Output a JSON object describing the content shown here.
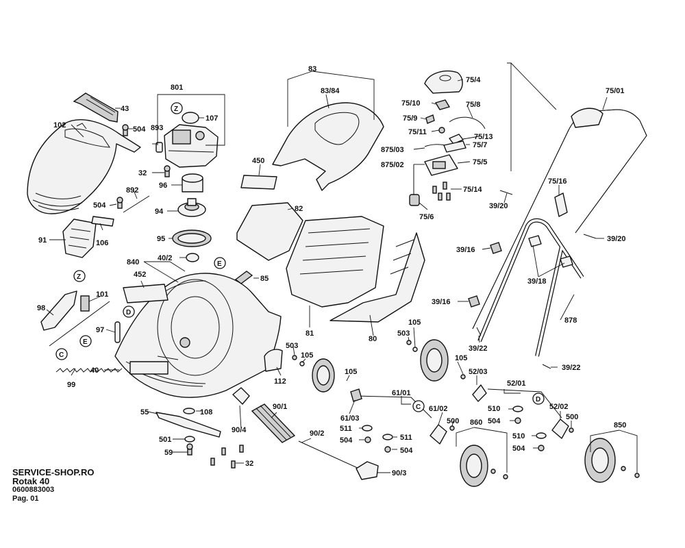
{
  "footer": {
    "shop": "SERVICE-SHOP.RO",
    "model": "Rotak 40",
    "part_number": "0600883003",
    "page": "Pag. 01"
  },
  "callouts": {
    "grass_flap": "43",
    "front_cover": "102",
    "cover_screw": "504",
    "cover_screw_2": "504",
    "cover_rod": "892",
    "height_adjuster": "91",
    "slide": "106",
    "lever_98": "98",
    "lever_101": "101",
    "clip_97": "97",
    "spring_99": "99",
    "housing_40": "40",
    "blade_55": "55",
    "washer_108": "108",
    "screw_501": "501",
    "screw_59": "59",
    "screws_32": "32",
    "motor_assembly": "801",
    "cap_107": "107",
    "brush_893": "893",
    "screw_32": "32",
    "fan_96": "96",
    "pulley_94": "94",
    "belt_95": "95",
    "bearing_40_2": "40/2",
    "housing_set_840": "840",
    "sticker_452": "452",
    "sticker_450": "450",
    "lid_83": "83",
    "lid_83_84": "83/84",
    "flap_82": "82",
    "clip_85": "85",
    "cover_112": "112",
    "catcher_81": "81",
    "catcher_80": "80",
    "roller_90_1": "90/1",
    "bracket_90_4": "90/4",
    "rod_90_2": "90/2",
    "cap_90_3": "90/3",
    "screw_503_l": "503",
    "washer_105_l": "105",
    "wheel_105_l": "105",
    "axle_61_01": "61/01",
    "part_61_03": "61/03",
    "nut_511_l": "511",
    "screw_504_l": "504",
    "washer_511_r": "511",
    "screw_504_m": "504",
    "part_61_02": "61/02",
    "part_500_l": "500",
    "wheel_set_860": "860",
    "screw_503_r": "503",
    "washer_105_r": "105",
    "wheel_105_r": "105",
    "part_52_03": "52/03",
    "axle_52_01": "52/01",
    "screw_510_top": "510",
    "screw_504_top": "504",
    "part_52_02": "52/02",
    "part_500_r": "500",
    "screw_510_bottom": "510",
    "screw_504_bottom": "504",
    "wheel_set_850": "850",
    "switch_75_4": "75/4",
    "switch_75_10": "75/10",
    "switch_75_8": "75/8",
    "switch_75_9": "75/9",
    "switch_75_11": "75/11",
    "switch_75_13": "75/13",
    "switch_875_03": "875/03",
    "switch_75_7": "75/7",
    "switch_875_02": "875/02",
    "switch_75_5": "75/5",
    "switch_75_14": "75/14",
    "switch_75_6": "75/6",
    "handle_75_01": "75/01",
    "clip_75_16": "75/16",
    "screw_39_20_l": "39/20",
    "screw_39_20_r": "39/20",
    "knob_39_16_top": "39/16",
    "knob_39_18": "39/18",
    "knob_39_16_bottom": "39/16",
    "handle_878": "878",
    "screw_39_22_l": "39/22",
    "screw_39_22_r": "39/22"
  },
  "ref_markers": {
    "z_top": "Z",
    "z_mid": "Z",
    "e_housing": "E",
    "e_left": "E",
    "d_left": "D",
    "c_left": "C",
    "c_axle": "C",
    "d_axle": "D"
  }
}
